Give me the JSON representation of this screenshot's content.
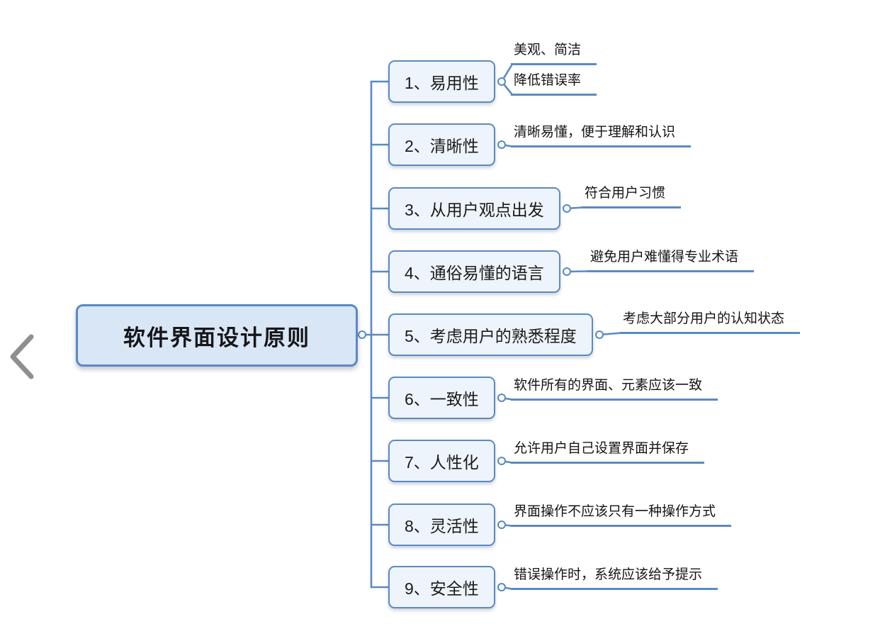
{
  "colors": {
    "accent": "#5b8ac2",
    "root_fill": "#d8e6f6",
    "node_fill": "#eef4fb",
    "chevron_gray": "#8f8f8f"
  },
  "nav": {
    "back_icon": "chevron-left"
  },
  "root": {
    "label": "软件界面设计原则"
  },
  "branches": [
    {
      "label": "1、易用性",
      "notes": [
        "美观、简洁",
        "降低错误率"
      ]
    },
    {
      "label": "2、清晰性",
      "notes": [
        "清晰易懂，便于理解和认识"
      ]
    },
    {
      "label": "3、从用户观点出发",
      "notes": [
        "符合用户习惯"
      ]
    },
    {
      "label": "4、通俗易懂的语言",
      "notes": [
        "避免用户难懂得专业术语"
      ]
    },
    {
      "label": "5、考虑用户的熟悉程度",
      "notes": [
        "考虑大部分用户的认知状态"
      ]
    },
    {
      "label": "6、一致性",
      "notes": [
        "软件所有的界面、元素应该一致"
      ]
    },
    {
      "label": "7、人性化",
      "notes": [
        "允许用户自己设置界面并保存"
      ]
    },
    {
      "label": "8、灵活性",
      "notes": [
        "界面操作不应该只有一种操作方式"
      ]
    },
    {
      "label": "9、安全性",
      "notes": [
        "错误操作时，系统应该给予提示"
      ]
    }
  ]
}
